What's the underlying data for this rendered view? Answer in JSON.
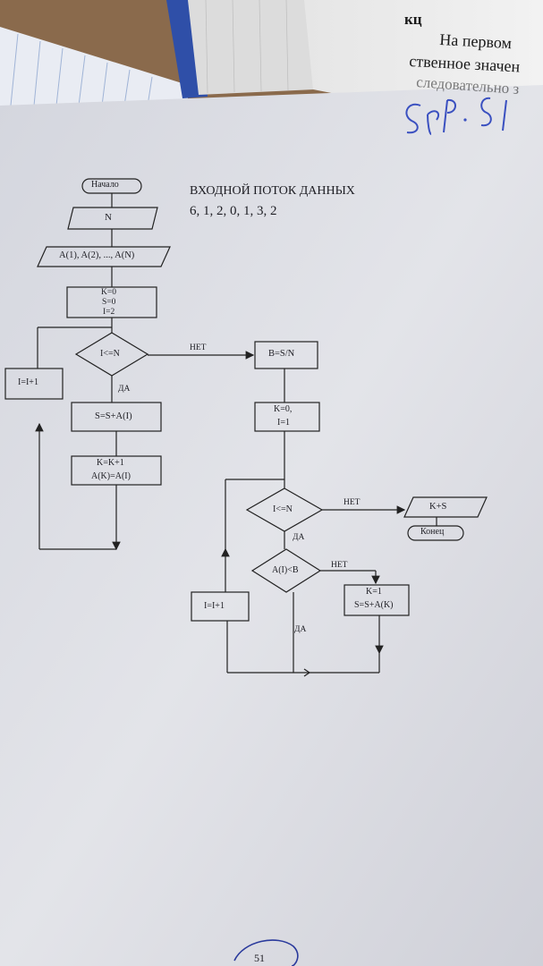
{
  "book": {
    "header_mark": "кц",
    "line1": "На первом",
    "line2": "ственное значен",
    "line3": "следовательно з"
  },
  "handwritten_note": "стр. 51",
  "input_stream": {
    "title": "ВХОДНОЙ ПОТОК ДАННЫХ",
    "values": "6, 1, 2, 0, 1, 3, 2"
  },
  "flowchart": {
    "start": "Начало",
    "input_n": "N",
    "input_array": "A(1), A(2), ..., A(N)",
    "init_k": "K=0",
    "init_s": "S=0",
    "init_i": "I=2",
    "cond1": "I<=N",
    "cond1_no": "НЕТ",
    "cond1_yes": "ДА",
    "sum_step": "S=S+A(I)",
    "k_inc": "K=K+1",
    "ak_assign": "A(K)=A(I)",
    "i_inc_left": "I=I+1",
    "b_assign": "B=S/N",
    "reset_k": "K=0,",
    "reset_i": "I=1",
    "cond2": "I<=N",
    "cond2_no": "НЕТ",
    "cond2_yes": "ДА",
    "output": "K+S",
    "end": "Конец",
    "cond3": "A(I)<B",
    "cond3_no": "НЕТ",
    "cond3_yes": "ДА",
    "k_set": "K=1",
    "sum2": "S=S+A(K)",
    "i_inc_right": "I=I+1"
  },
  "page_number": "51",
  "colors": {
    "desk": "#8a6a4c",
    "paper": "#dfe0e6",
    "book_blue": "#2f4fa8",
    "ink": "#1e1e24",
    "pen": "#3a50c0"
  }
}
